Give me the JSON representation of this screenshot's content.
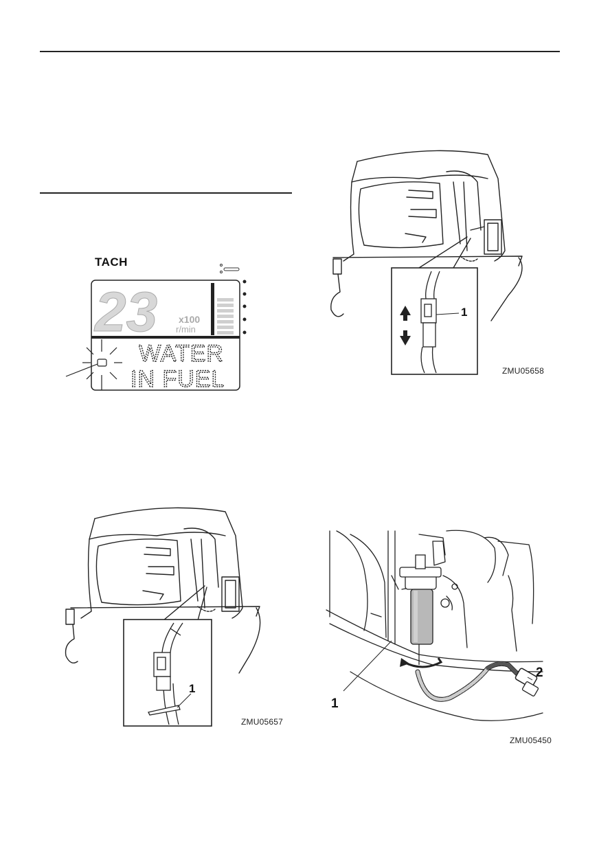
{
  "tach": {
    "label": "TACH",
    "digits": "23",
    "unit_top": "x100",
    "unit_bottom": "r/min",
    "line1": "WATER",
    "line2": "IN FUEL"
  },
  "figures": {
    "top_right": {
      "code": "ZMU05658",
      "callout": "1"
    },
    "bottom_left": {
      "code": "ZMU05657",
      "callout": "1"
    },
    "bottom_right": {
      "code": "ZMU05450",
      "callout_1": "1",
      "callout_2": "2"
    }
  }
}
